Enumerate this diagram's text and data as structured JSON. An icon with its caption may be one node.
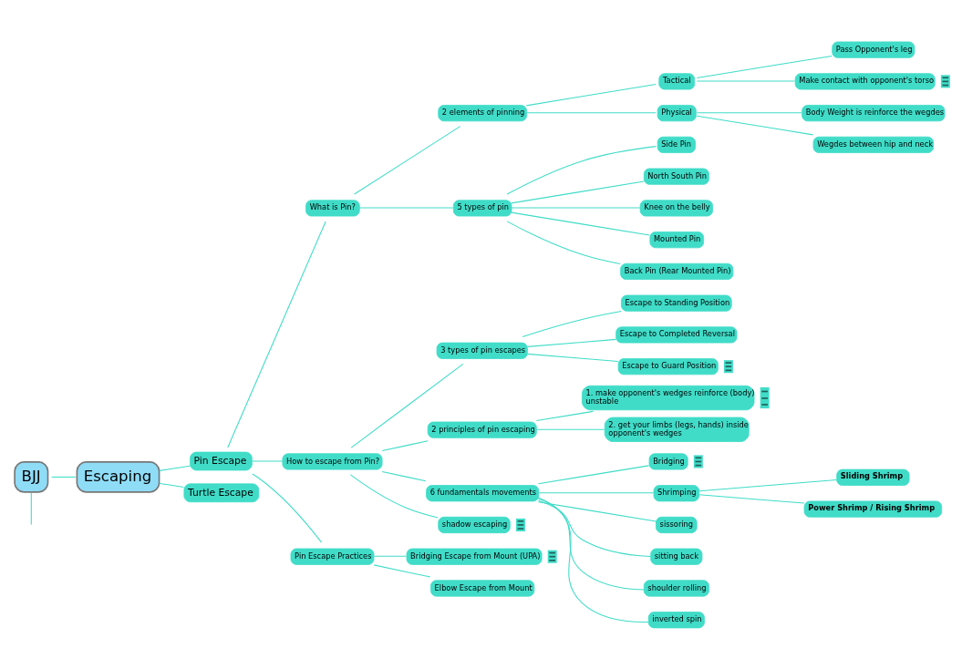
{
  "diagram": {
    "nodes": [
      {
        "text": [
          "BJJ"
        ]
      },
      {
        "text": [
          "Escaping"
        ]
      },
      {
        "text": [
          "Pin Escape"
        ]
      },
      {
        "text": [
          "Turtle Escape"
        ]
      },
      {
        "text": [
          "What is Pin?"
        ]
      },
      {
        "text": [
          "How to escape from Pin?"
        ]
      },
      {
        "text": [
          "Pin Escape Practices"
        ]
      },
      {
        "text": [
          "2 elements of pinning"
        ]
      },
      {
        "text": [
          "5 types of pin"
        ]
      },
      {
        "text": [
          "Tactical"
        ]
      },
      {
        "text": [
          "Physical"
        ]
      },
      {
        "text": [
          "Pass Opponent's leg"
        ]
      },
      {
        "text": [
          "Make contact with opponent's torso"
        ]
      },
      {
        "text": [
          "Body Weight is reinforce the wegdes"
        ]
      },
      {
        "text": [
          "Wegdes between hip and neck"
        ]
      },
      {
        "text": [
          "Side Pin"
        ]
      },
      {
        "text": [
          "North South Pin"
        ]
      },
      {
        "text": [
          "Knee on the belly"
        ]
      },
      {
        "text": [
          "Mounted Pin"
        ]
      },
      {
        "text": [
          "Back Pin (Rear Mounted Pin)"
        ]
      },
      {
        "text": [
          "3 types of pin escapes"
        ]
      },
      {
        "text": [
          "2 principles of pin escaping"
        ]
      },
      {
        "text": [
          "6 fundamentals movements"
        ]
      },
      {
        "text": [
          "shadow escaping"
        ]
      },
      {
        "text": [
          "Escape to Standing Position"
        ]
      },
      {
        "text": [
          "Escape to Completed Reversal"
        ]
      },
      {
        "text": [
          "Escape to Guard Position"
        ]
      },
      {
        "text": [
          "1. make opponent's wedges reinforce (body) unstable"
        ]
      },
      {
        "text": [
          "2. get your limbs (legs, hands) inside opponent's wedges"
        ]
      },
      {
        "text": [
          "Bridging"
        ]
      },
      {
        "text": [
          "Shrimping"
        ]
      },
      {
        "text": [
          "sissoring"
        ]
      },
      {
        "text": [
          "sitting back"
        ]
      },
      {
        "text": [
          "shoulder rolling"
        ]
      },
      {
        "text": [
          "inverted spin"
        ]
      },
      {
        "text": [
          "Sliding Shrimp"
        ]
      },
      {
        "text": [
          "Power Shrimp / Rising Shrimp"
        ]
      },
      {
        "text": [
          "Bridging Escape from Mount (UPA)"
        ]
      },
      {
        "text": [
          "Elbow Escape from Mount"
        ]
      }
    ],
    "edges": [
      {
        "from": 0,
        "to": 1,
        "arrow": "none"
      },
      {
        "from": 0,
        "to": null,
        "arrow": "none"
      },
      {
        "from": 1,
        "to": 2,
        "arrow": "none"
      },
      {
        "from": 1,
        "to": 3,
        "arrow": "none"
      },
      {
        "from": 2,
        "to": 4,
        "arrow": "none"
      },
      {
        "from": 2,
        "to": 5,
        "arrow": "none"
      },
      {
        "from": 2,
        "to": 6,
        "arrow": "none"
      },
      {
        "from": 4,
        "to": 7,
        "arrow": "none"
      },
      {
        "from": 4,
        "to": 8,
        "arrow": "none"
      },
      {
        "from": 7,
        "to": 9,
        "arrow": "none"
      },
      {
        "from": 7,
        "to": 10,
        "arrow": "none"
      },
      {
        "from": 9,
        "to": 11,
        "arrow": "none"
      },
      {
        "from": 9,
        "to": 12,
        "arrow": "none"
      },
      {
        "from": 10,
        "to": 13,
        "arrow": "none"
      },
      {
        "from": 10,
        "to": 14,
        "arrow": "none"
      },
      {
        "from": 8,
        "to": 15,
        "arrow": "none"
      },
      {
        "from": 8,
        "to": 16,
        "arrow": "none"
      },
      {
        "from": 8,
        "to": 17,
        "arrow": "none"
      },
      {
        "from": 8,
        "to": 18,
        "arrow": "none"
      },
      {
        "from": 8,
        "to": 19,
        "arrow": "none"
      },
      {
        "from": 5,
        "to": 20,
        "arrow": "none"
      },
      {
        "from": 5,
        "to": 21,
        "arrow": "none"
      },
      {
        "from": 5,
        "to": 22,
        "arrow": "none"
      },
      {
        "from": 5,
        "to": 23,
        "arrow": "none"
      },
      {
        "from": 20,
        "to": 24,
        "arrow": "none"
      },
      {
        "from": 20,
        "to": 25,
        "arrow": "none"
      },
      {
        "from": 20,
        "to": 26,
        "arrow": "none"
      },
      {
        "from": 21,
        "to": 27,
        "arrow": "none"
      },
      {
        "from": 21,
        "to": 28,
        "arrow": "none"
      },
      {
        "from": 22,
        "to": 29,
        "arrow": "none"
      },
      {
        "from": 22,
        "to": 30,
        "arrow": "none"
      },
      {
        "from": 22,
        "to": 31,
        "arrow": "none"
      },
      {
        "from": 22,
        "to": 32,
        "arrow": "none"
      },
      {
        "from": 22,
        "to": 33,
        "arrow": "none"
      },
      {
        "from": 22,
        "to": 34,
        "arrow": "none"
      },
      {
        "from": 30,
        "to": 35,
        "arrow": "none"
      },
      {
        "from": 30,
        "to": 36,
        "arrow": "none"
      },
      {
        "from": 6,
        "to": 37,
        "arrow": "none"
      },
      {
        "from": 6,
        "to": 38,
        "arrow": "none"
      }
    ]
  }
}
